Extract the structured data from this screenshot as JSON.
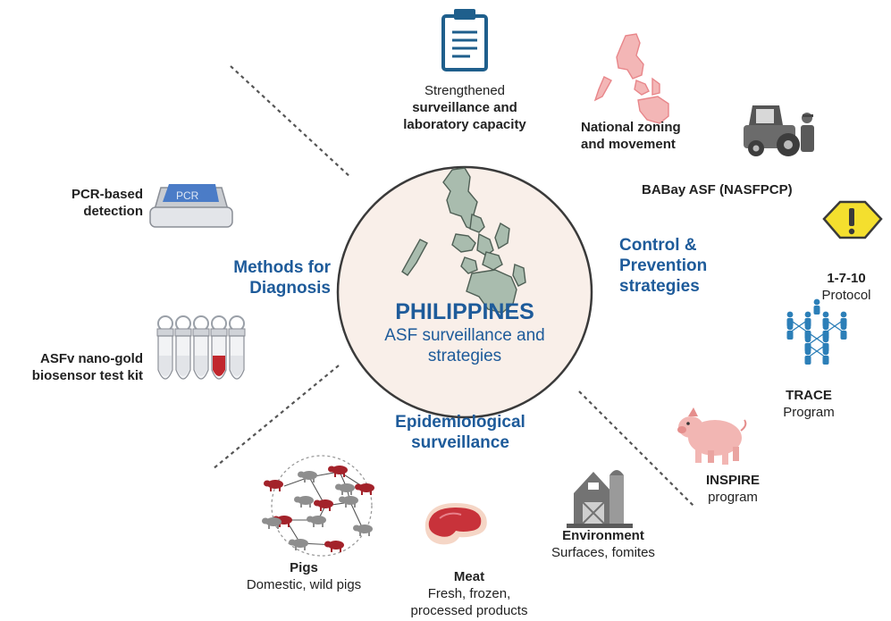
{
  "center": {
    "title": "PHILIPPINES",
    "subtitle_line1": "ASF surveillance and",
    "subtitle_line2": "strategies"
  },
  "sections": {
    "diagnosis_line1": "Methods for",
    "diagnosis_line2": "Diagnosis",
    "control_line1": "Control &",
    "control_line2": "Prevention",
    "control_line3": "strategies",
    "epi_line1": "Epidemiological",
    "epi_line2": "surveillance"
  },
  "items": {
    "surveillance_line1": "Strengthened",
    "surveillance_line2": "surveillance and",
    "surveillance_line3": "laboratory capacity",
    "zoning_line1": "National zoning",
    "zoning_line2": "and movement",
    "babay": "BABay ASF (NASFPCP)",
    "protocol_title": "1-7-10",
    "protocol_sub": "Protocol",
    "trace_title": "TRACE",
    "trace_sub": "Program",
    "inspire_title": "INSPIRE",
    "inspire_sub": "program",
    "pcr_line1": "PCR-based",
    "pcr_line2": "detection",
    "pcr_device_text": "PCR",
    "biosensor_line1": "ASFv nano-gold",
    "biosensor_line2": "biosensor test kit",
    "pigs_title": "Pigs",
    "pigs_sub": "Domestic, wild pigs",
    "meat_title": "Meat",
    "meat_sub1": "Fresh, frozen,",
    "meat_sub2": "processed products",
    "env_title": "Environment",
    "env_sub": "Surfaces, fomites"
  },
  "colors": {
    "section_blue": "#1e5b9a",
    "circle_fill": "#f9efe9",
    "map_green": "#a9bcae",
    "map_red": "#e8868a",
    "pig_red": "#a3222a",
    "pig_gray": "#8e8e8e",
    "warning_yellow": "#f4df2e",
    "people_blue": "#2c7fb8"
  },
  "icons": [
    "clipboard-icon",
    "philippines-map-icon",
    "tractor-farmer-icon",
    "warning-sign-icon",
    "people-network-icon",
    "pig-icon",
    "pcr-machine-icon",
    "test-tubes-icon",
    "pig-network-icon",
    "meat-icon",
    "barn-icon"
  ]
}
